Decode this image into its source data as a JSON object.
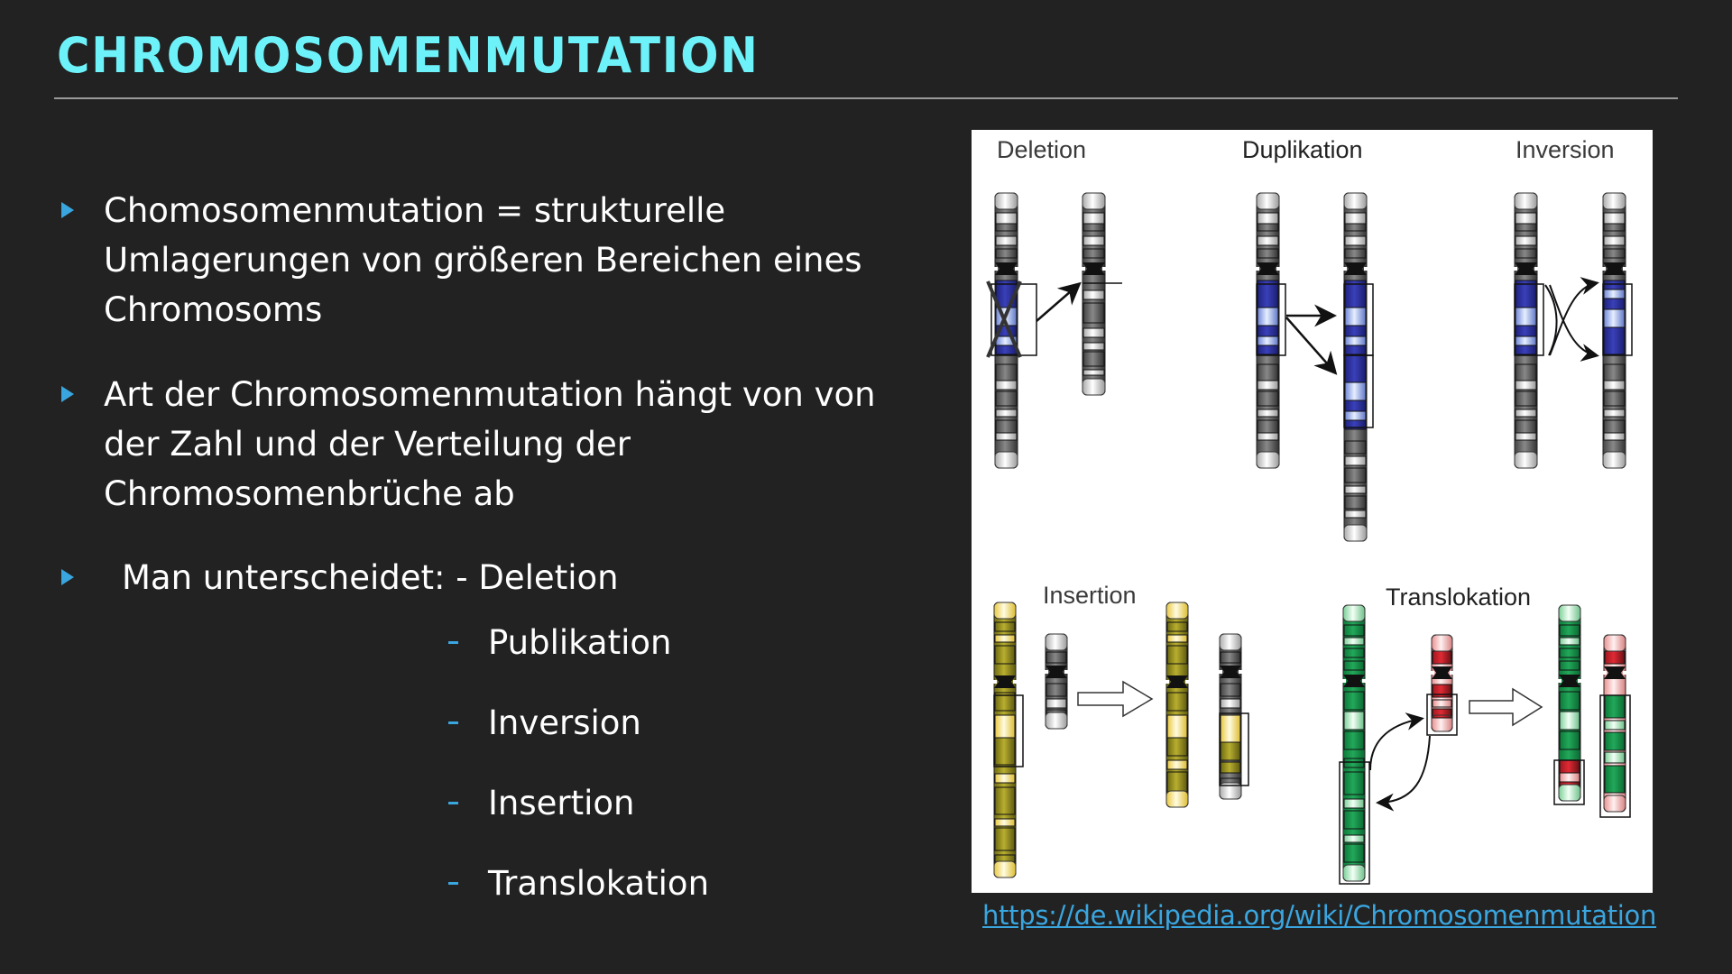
{
  "slide": {
    "title": "CHROMOSOMENMUTATION",
    "accent_color": "#6ef2fa",
    "bullet_color": "#3aa6e0",
    "background": "#222222"
  },
  "bullets": [
    {
      "lines": [
        "Chomosomenmutation = strukturelle",
        "Umlagerungen von größeren Bereichen eines",
        "Chromosoms"
      ]
    },
    {
      "lines": [
        "Art der Chromosomenmutation hängt von von",
        "der Zahl und der Verteilung der",
        "Chromosomenbrüche ab"
      ]
    },
    {
      "lines": [
        "Man unterscheidet: - Deletion"
      ]
    }
  ],
  "sub_items": [
    "Publikation",
    "Inversion",
    "Insertion",
    "Translokation"
  ],
  "figure": {
    "labels": {
      "deletion": "Deletion",
      "duplication": "Duplikation",
      "inversion": "Inversion",
      "insertion": "Insertion",
      "translocation": "Translokation"
    },
    "colors": {
      "gray_dark": "#555555",
      "gray_light": "#dddddd",
      "blue_dark": "#2a2f9a",
      "blue_light": "#b8c8f0",
      "yellow_dark": "#8a8420",
      "yellow_light": "#f5e27a",
      "green_dark": "#16944a",
      "green_light": "#d6f0dc",
      "red_dark": "#c0202a",
      "red_light": "#f6c4c4"
    }
  },
  "source": {
    "link_text": "https://de.wikipedia.org/wiki/Chromosomenmutation"
  }
}
